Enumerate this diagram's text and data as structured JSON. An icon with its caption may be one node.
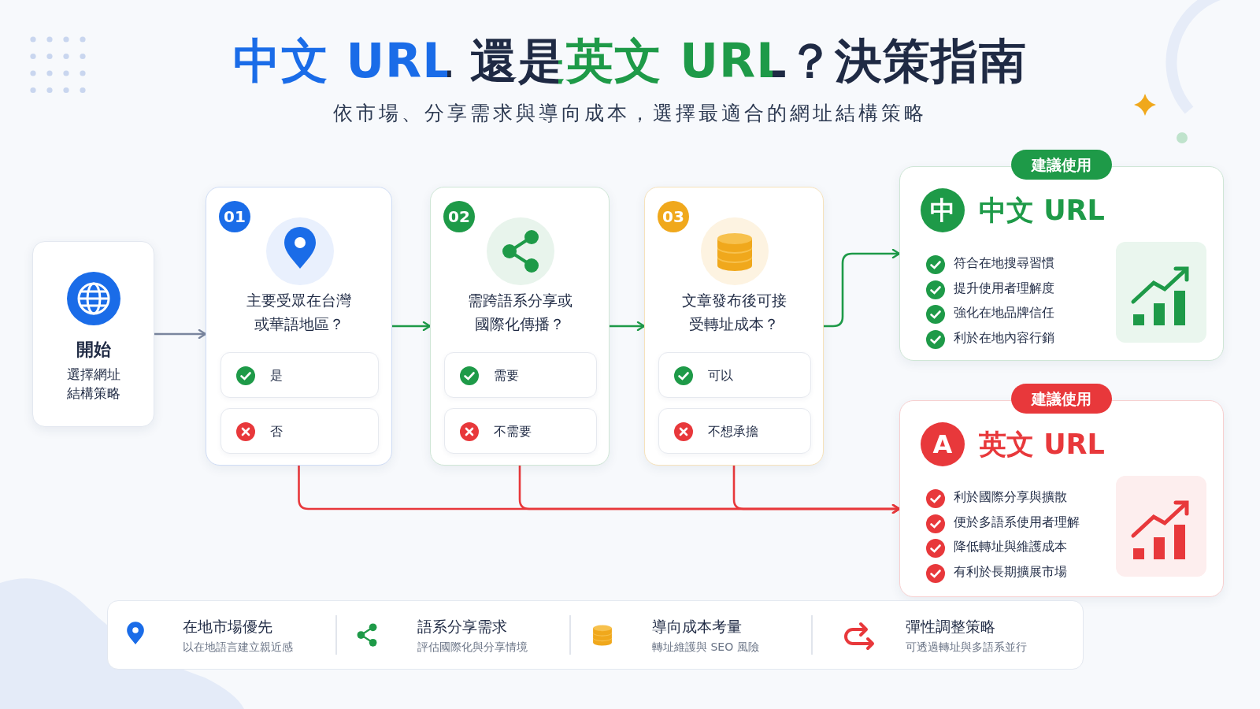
{
  "diagram": {
    "title": "中文 URL 還是英文 URL？決策指南",
    "caption": "依市場、分享需求與導向成本，選擇最適合的網址結構策略",
    "nodes": [
      {
        "text": [
          "開始",
          "選擇網址結構策略"
        ]
      },
      {
        "text": [
          "01",
          "主要受眾在台灣或華語地區？"
        ]
      },
      {
        "text": [
          "是"
        ],
        "in": 1
      },
      {
        "text": [
          "否"
        ],
        "in": 1
      },
      {
        "text": [
          "02",
          "需跨語系分享或國際化傳播？"
        ]
      },
      {
        "text": [
          "需要"
        ],
        "in": 4
      },
      {
        "text": [
          "不需要"
        ],
        "in": 4
      },
      {
        "text": [
          "03",
          "文章發布後可接受轉址成本？"
        ]
      },
      {
        "text": [
          "可以"
        ],
        "in": 7
      },
      {
        "text": [
          "不想承擔"
        ],
        "in": 7
      },
      {
        "text": [
          "建議使用",
          "中",
          "中文 URL",
          "符合在地搜尋習慣",
          "提升使用者理解度",
          "強化在地品牌信任",
          "利於在地內容行銷"
        ]
      },
      {
        "text": [
          "建議使用",
          "A",
          "英文 URL",
          "利於國際分享與擴散",
          "便於多語系使用者理解",
          "降低轉址與維護成本",
          "有利於長期擴展市場"
        ]
      }
    ],
    "edges": [
      {
        "from": 0,
        "to": 1,
        "arrow": "to",
        "color": "#7a869e"
      },
      {
        "from": 1,
        "to": 4,
        "arrow": "to",
        "color": "#1e9a48"
      },
      {
        "from": 4,
        "to": 7,
        "arrow": "to",
        "color": "#1e9a48"
      },
      {
        "from": 7,
        "to": 10,
        "arrow": "to",
        "color": "#1e9a48"
      },
      {
        "from": 1,
        "to": 11,
        "arrow": "to",
        "color": "#e8383b"
      },
      {
        "from": 4,
        "to": 11,
        "arrow": "to",
        "color": "#e8383b"
      },
      {
        "from": 7,
        "to": 11,
        "arrow": "to",
        "color": "#e8383b"
      }
    ],
    "labels": [
      "在地市場優先",
      "以在地語言建立親近感",
      "語系分享需求",
      "評估國際化與分享情境",
      "導向成本考量",
      "轉址維護與 SEO 風險",
      "彈性調整策略",
      "可透過轉址與多語系並行"
    ]
  }
}
